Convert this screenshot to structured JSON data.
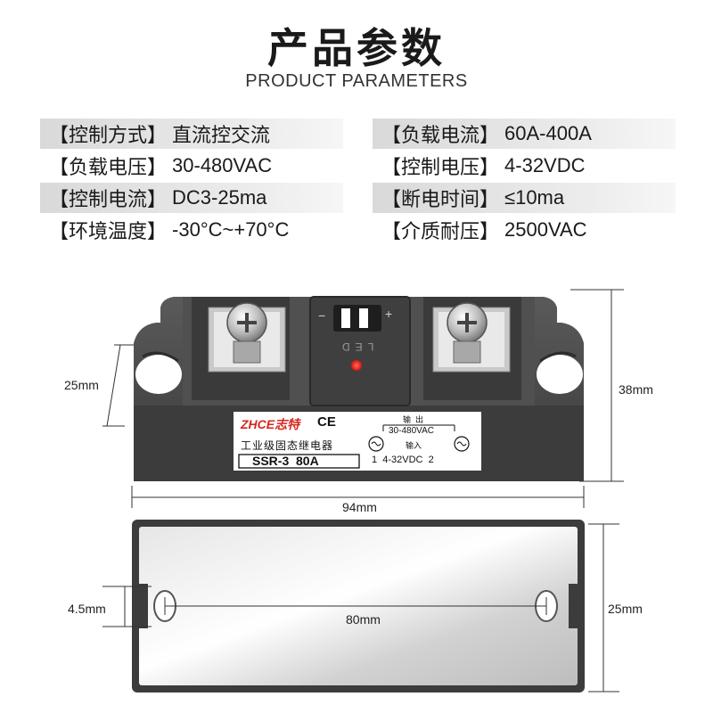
{
  "header": {
    "title": "产品参数",
    "subtitle": "PRODUCT PARAMETERS"
  },
  "params_left": [
    {
      "key": "【控制方式】",
      "value": "直流控交流"
    },
    {
      "key": "【负载电压】",
      "value": "30-480VAC"
    },
    {
      "key": "【控制电流】",
      "value": "DC3-25ma"
    },
    {
      "key": "【环境温度】",
      "value": "-30°C~+70°C"
    }
  ],
  "params_right": [
    {
      "key": "【负载电流】",
      "value": "60A-400A"
    },
    {
      "key": "【控制电压】",
      "value": "4-32VDC"
    },
    {
      "key": "【断电时间】",
      "value": "≤10ma"
    },
    {
      "key": "【介质耐压】",
      "value": "2500VAC"
    }
  ],
  "dimensions": {
    "height_left": "25mm",
    "height_right": "38mm",
    "width": "94mm",
    "hole_diameter": "4.5mm",
    "hole_spacing": "80mm",
    "base_height": "25mm"
  },
  "product_label": {
    "brand": "ZHCE志特",
    "ce_mark": "CE",
    "name": "工业级固态继电器",
    "model": "SSR-3  80A",
    "output_label": "输  出",
    "output_voltage": "30-480VAC",
    "input_label": "输入",
    "input_voltage": "1  4-32VDC  2",
    "led_text": "LED",
    "minus": "−",
    "plus": "+"
  },
  "colors": {
    "body": "#4a4a4a",
    "body_dark": "#2e2e2e",
    "label_bg": "#ffffff",
    "led": "#e8201a",
    "brand_red": "#d8261c"
  }
}
